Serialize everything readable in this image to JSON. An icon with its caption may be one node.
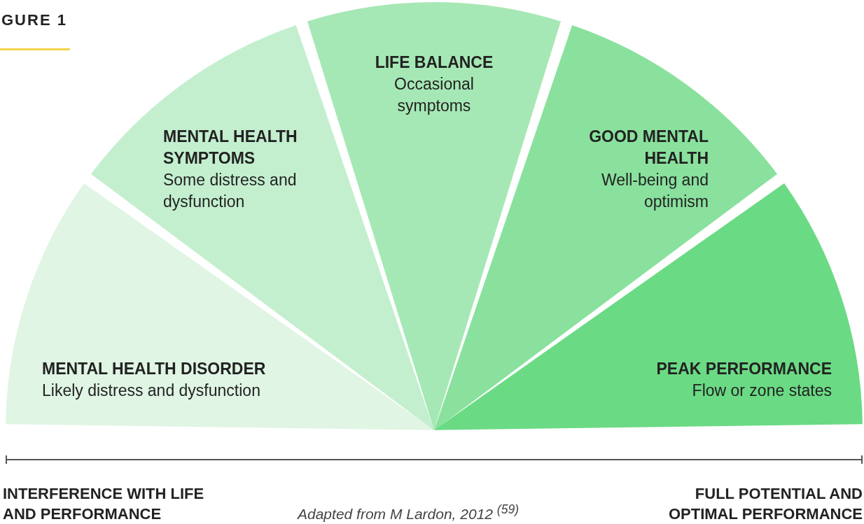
{
  "diagram": {
    "title": "GURE 1",
    "caption": "Adapted from M Lardon, 2012 $^{(59)}$",
    "nodes": [
      {
        "text": [
          "MENTAL HEALTH DISORDER",
          "Likely distress and dysfunction"
        ]
      },
      {
        "text": [
          "MENTAL HEALTH SYMPTOMS",
          "Some distress and dysfunction"
        ]
      },
      {
        "text": [
          "LIFE BALANCE",
          "Occasional symptoms"
        ]
      },
      {
        "text": [
          "GOOD MENTAL HEALTH",
          "Well-being and optimism"
        ]
      },
      {
        "text": [
          "PEAK PERFORMANCE",
          "Flow or zone states"
        ]
      }
    ],
    "edges": [],
    "labels": [
      "INTERFERENCE WITH LIFE AND PERFORMANCE",
      "FULL POTENTIAL AND OPTIMAL PERFORMANCE"
    ]
  }
}
